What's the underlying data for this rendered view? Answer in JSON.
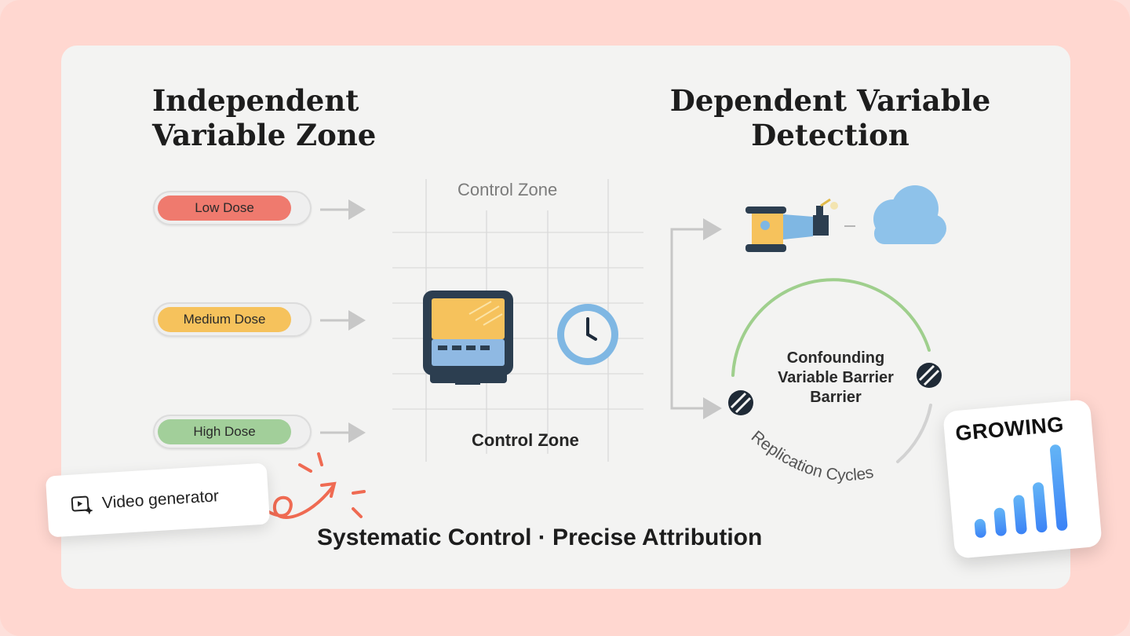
{
  "left_section": {
    "title_line1": "Independent",
    "title_line2": "Variable Zone",
    "doses": [
      {
        "label": "Low Dose",
        "color": "#ef7a6e"
      },
      {
        "label": "Medium Dose",
        "color": "#f6c25c"
      },
      {
        "label": "High Dose",
        "color": "#a2cf9a"
      }
    ]
  },
  "center_section": {
    "zone_top": "Control Zone",
    "zone_bottom": "Control Zone"
  },
  "right_section": {
    "title_line1": "Dependent Variable",
    "title_line2": "Detection",
    "confounding_lines": [
      "Confounding",
      "Variable Barrier",
      "Barrier"
    ],
    "cycle_label": "Replication Cycles"
  },
  "tagline": "Systematic Control · Precise Attribution",
  "video_chip": {
    "label": "Video generator",
    "icon": "video-sparkle-icon"
  },
  "growing_card": {
    "label": "GROWING",
    "level_bars": 5,
    "accent": "#3b82f6"
  },
  "colors": {
    "background": "#ffd7d0",
    "card": "#f3f3f2",
    "accent_red": "#ef6a52",
    "clock_blue": "#7fb7e3",
    "cloud_blue": "#8ec2ea",
    "arc_green": "#9fcf8d"
  }
}
